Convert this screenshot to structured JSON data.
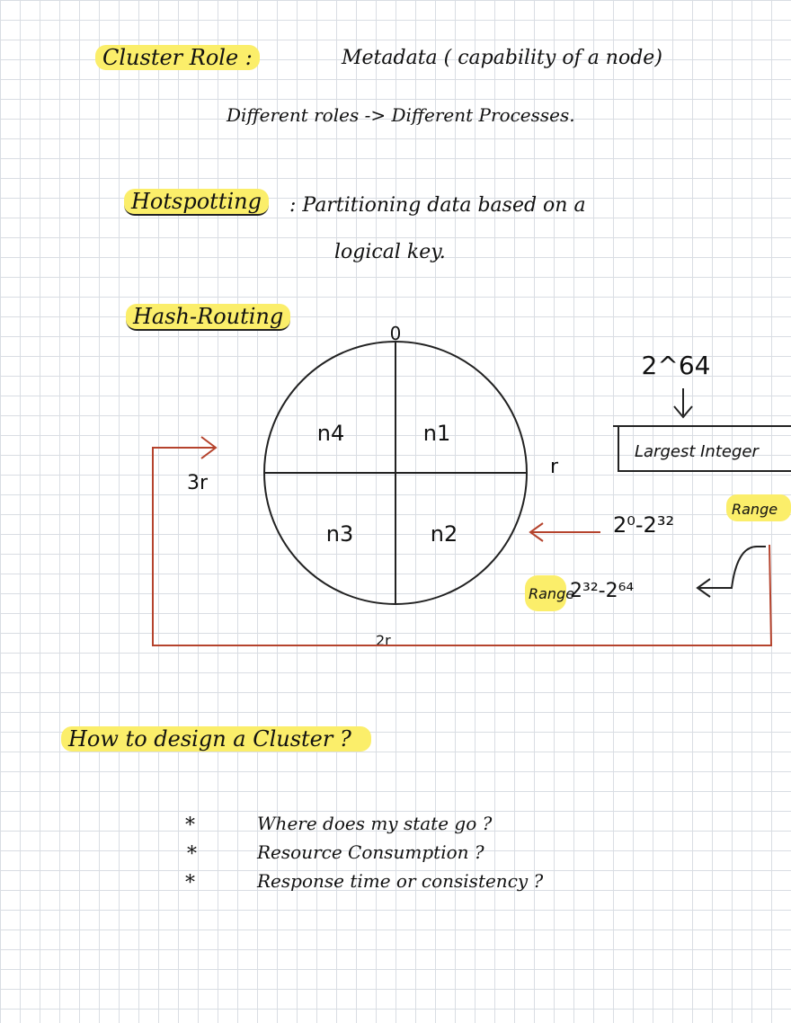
{
  "section1": {
    "heading": "Cluster Role :",
    "definition": "Metadata ( capability of a node)",
    "note": "Different roles -> Different Processes."
  },
  "section2": {
    "heading": "Hotspotting",
    "definition_line1": ": Partitioning data based on a",
    "definition_line2": "logical key."
  },
  "section3": {
    "heading": "Hash-Routing",
    "diagram": {
      "top_label": "0",
      "right_label": "r",
      "bottom_label": "2r",
      "left_label": "3r",
      "quadrants": [
        "n4",
        "n1",
        "n3",
        "n2"
      ],
      "power_label": "2^64",
      "box_label": "Largest Integer",
      "range1": "2⁰-2³²",
      "range1_tag": "Range",
      "range2_tag": "Range",
      "range2": "2³²-2⁶⁴"
    },
    "colors": {
      "arrow": "#b5432d",
      "highlight": "#fbee6a"
    }
  },
  "section4": {
    "heading": "How to design a Cluster ?",
    "bullets": [
      "Where does my state go ?",
      "Resource Consumption ?",
      "Response time or consistency ?"
    ],
    "bullet_symbol": "*"
  }
}
